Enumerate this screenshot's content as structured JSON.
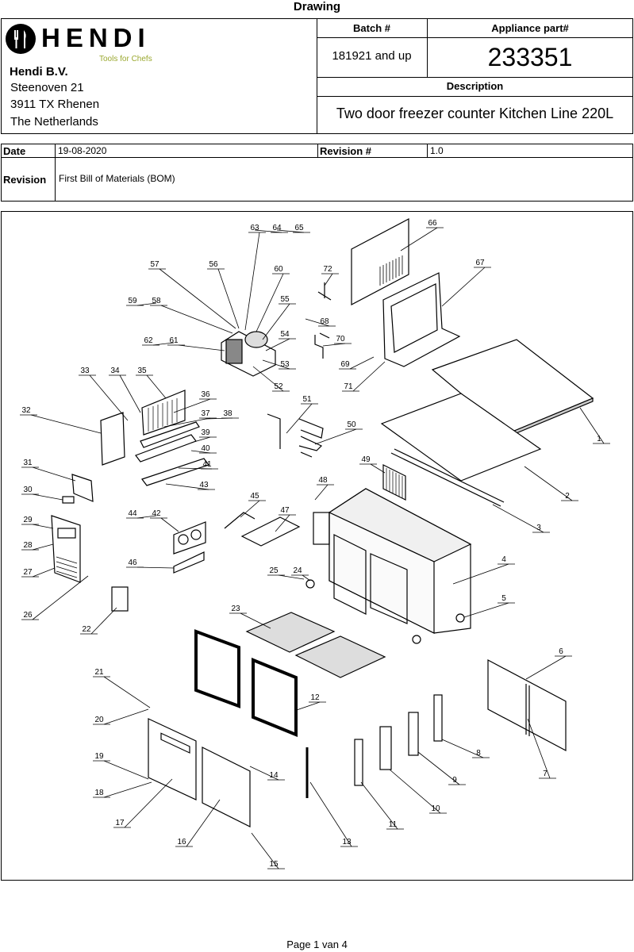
{
  "document": {
    "title": "Drawing",
    "page": "Page 1 van 4"
  },
  "company": {
    "logo_text": "HENDI",
    "tagline": "Tools for Chefs",
    "name": "Hendi B.V.",
    "address_line1": "Steenoven 21",
    "address_line2": "3911 TX  Rhenen",
    "address_line3": "The Netherlands"
  },
  "header": {
    "batch_label": "Batch #",
    "batch_value": "181921 and up",
    "part_label": "Appliance part#",
    "part_value": "233351",
    "description_label": "Description",
    "description_value": "Two door freezer counter Kitchen Line 220L"
  },
  "revision_block": {
    "date_label": "Date",
    "date_value": "19-08-2020",
    "revision_no_label": "Revision #",
    "revision_no_value": "1.0",
    "revision_label": "Revision",
    "revision_value": "First Bill of Materials (BOM)"
  },
  "drawing": {
    "part_numbers": [
      "1",
      "2",
      "3",
      "4",
      "5",
      "6",
      "7",
      "8",
      "9",
      "10",
      "11",
      "12",
      "13",
      "14",
      "15",
      "16",
      "17",
      "18",
      "19",
      "20",
      "21",
      "22",
      "23",
      "24",
      "25",
      "26",
      "27",
      "28",
      "29",
      "30",
      "31",
      "32",
      "33",
      "34",
      "35",
      "36",
      "37",
      "38",
      "39",
      "40",
      "41",
      "42",
      "43",
      "44",
      "45",
      "46",
      "47",
      "48",
      "49",
      "50",
      "51",
      "52",
      "53",
      "54",
      "55",
      "56",
      "57",
      "58",
      "59",
      "60",
      "61",
      "62",
      "63",
      "64",
      "65",
      "66",
      "67",
      "68",
      "69",
      "70",
      "71",
      "72"
    ]
  }
}
